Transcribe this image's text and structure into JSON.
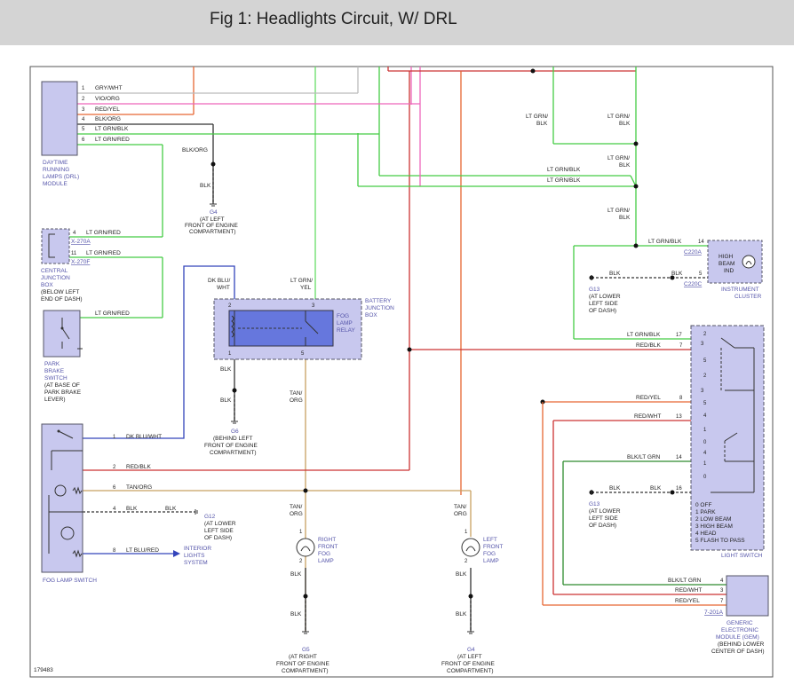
{
  "header": {
    "title": "Fig 1: Headlights Circuit, W/ DRL"
  },
  "drl": {
    "name": [
      "DAYTIME",
      "RUNNING",
      "LAMPS (DRL)",
      "MODULE"
    ],
    "pins": [
      "1",
      "2",
      "3",
      "4",
      "5",
      "6"
    ],
    "wires": [
      "GRY/WHT",
      "VIO/ORG",
      "RED/YEL",
      "BLK/ORG",
      "LT GRN/BLK",
      "LT GRN/RED"
    ]
  },
  "g4_top": {
    "wire1": "BLK/ORG",
    "wire2": "BLK",
    "id": "G4",
    "loc": [
      "(AT LEFT",
      "FRONT OF ENGINE",
      "COMPARTMENT)"
    ]
  },
  "cjb": {
    "name": [
      "CENTRAL",
      "JUNCTION",
      "BOX",
      "(BELOW LEFT",
      "END OF DASH)"
    ],
    "pin4": "4",
    "wire4": "LT GRN/RED",
    "conn1": "X-270A",
    "pin11": "11",
    "wire11": "LT GRN/RED",
    "conn2": "X-270F"
  },
  "park": {
    "wire": "LT GRN/RED",
    "name": [
      "PARK",
      "BRAKE",
      "SWITCH",
      "(AT BASE OF",
      "PARK BRAKE",
      "LEVER)"
    ]
  },
  "fog_relay": {
    "wire_in1": [
      "DK BLU/",
      "WHT"
    ],
    "wire_in2": [
      "LT GRN/",
      "YEL"
    ],
    "name": [
      "FOG",
      "LAMP",
      "RELAY"
    ],
    "bjb": [
      "BATTERY",
      "JUNCTION",
      "BOX"
    ],
    "pin2": "2",
    "pin3": "3",
    "pin1": "1",
    "pin5": "5",
    "wire_out1a": "BLK",
    "wire_out1b": "BLK",
    "g6": "G6",
    "g6loc": [
      "(BEHIND LEFT",
      "FRONT OF ENGINE",
      "COMPARTMENT)"
    ],
    "wire_out5": [
      "TAN/",
      "ORG"
    ]
  },
  "fog_switch": {
    "name": "FOG LAMP SWITCH",
    "pins": [
      "1",
      "2",
      "6",
      "4",
      "8"
    ],
    "wires": [
      "DK BLU/WHT",
      "RED/BLK",
      "TAN/ORG",
      "BLK",
      "LT BLU/RED"
    ],
    "wire4b": "BLK",
    "g12": "G12",
    "g12loc": [
      "(AT LOWER",
      "LEFT SIDE",
      "OF DASH)"
    ],
    "interior": [
      "INTERIOR",
      "LIGHTS",
      "SYSTEM"
    ]
  },
  "right_fog": {
    "wire_top": [
      "TAN/",
      "ORG"
    ],
    "pin1": "1",
    "pin2": "2",
    "name": [
      "RIGHT",
      "FRONT",
      "FOG",
      "LAMP"
    ],
    "wire_b1": "BLK",
    "wire_b2": "BLK",
    "g": "G5",
    "loc": [
      "(AT RIGHT",
      "FRONT OF ENGINE",
      "COMPARTMENT)"
    ]
  },
  "left_fog": {
    "wire_top": [
      "TAN/",
      "ORG"
    ],
    "pin1": "1",
    "pin2": "2",
    "name": [
      "LEFT",
      "FRONT",
      "FOG",
      "LAMP"
    ],
    "wire_b1": "BLK",
    "wire_b2": "BLK",
    "g": "G4",
    "loc": [
      "(AT LEFT",
      "FRONT OF ENGINE",
      "COMPARTMENT)"
    ]
  },
  "cluster": {
    "wire_a": [
      "LT GRN/",
      "BLK"
    ],
    "wire_b": [
      "LT GRN/",
      "BLK"
    ],
    "wire_c": [
      "LT GRN/",
      "BLK"
    ],
    "wire_d": [
      "LT GRN/",
      "BLK"
    ],
    "wire_e": "LT GRN/BLK",
    "wire_f": "LT GRN/BLK",
    "in_wire": "LT GRN/BLK",
    "pin14": "14",
    "conn_a": "C220A",
    "g_wire1": "BLK",
    "g_wire2": "BLK",
    "pin5": "5",
    "conn_c": "C220C",
    "g13": "G13",
    "g13loc": [
      "(AT LOWER",
      "LEFT SIDE",
      "OF DASH)"
    ],
    "ind": [
      "HIGH",
      "BEAM",
      "IND"
    ],
    "name": [
      "INSTRUMENT",
      "CLUSTER"
    ]
  },
  "light_switch": {
    "name": "LIGHT SWITCH",
    "pins": [
      "17",
      "7",
      "8",
      "13",
      "14",
      "16"
    ],
    "wires": [
      "LT GRN/BLK",
      "RED/BLK",
      "RED/YEL",
      "RED/WHT",
      "BLK/LT GRN",
      "BLK"
    ],
    "wire16b": "BLK",
    "g13": "G13",
    "g13loc": [
      "(AT LOWER",
      "LEFT SIDE",
      "OF DASH)"
    ],
    "legend": [
      "0 OFF",
      "1 PARK",
      "2 LOW BEAM",
      "3 HIGH BEAM",
      "4 HEAD",
      "5 FLASH TO PASS"
    ],
    "pos": [
      "2",
      "3",
      "5",
      "2",
      "3",
      "5",
      "4",
      "1",
      "0",
      "4",
      "1",
      "0"
    ]
  },
  "gem": {
    "pins": [
      "4",
      "3",
      "7"
    ],
    "wires": [
      "BLK/LT GRN",
      "RED/WHT",
      "RED/YEL"
    ],
    "conn": "7-201A",
    "name": [
      "GENERIC",
      "ELECTRONIC",
      "MODULE (GEM)",
      "(BEHIND LOWER",
      "CENTER OF DASH)"
    ]
  },
  "footer": {
    "id": "179483"
  },
  "colors": {
    "red": "#cc3333",
    "green": "#44cc44",
    "tan": "#c8a060",
    "blue": "#3344bb",
    "pink": "#ee66bb",
    "orange": "#e66633",
    "gray": "#bbbbbb",
    "darkgreen": "#2e8b2e",
    "box": "#c8c8ee"
  }
}
